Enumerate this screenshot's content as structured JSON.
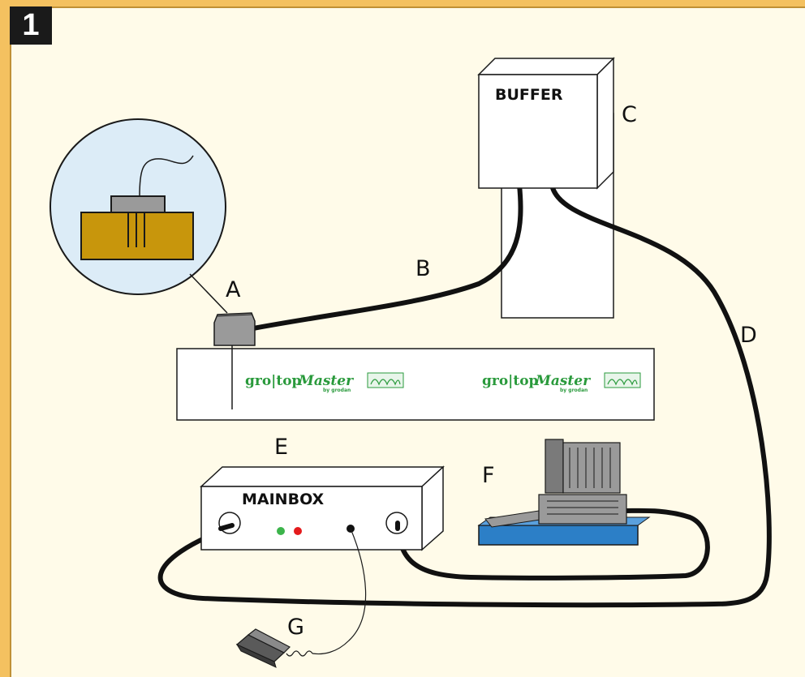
{
  "figure_number": "1",
  "labels": {
    "a": "A",
    "b": "B",
    "c": "C",
    "d": "D",
    "e": "E",
    "f": "F",
    "g": "G"
  },
  "buffer": {
    "label": "BUFFER"
  },
  "mainbox": {
    "label": "MAINBOX",
    "led_colors": [
      "#3cb44b",
      "#e41a1c"
    ]
  },
  "slab": {
    "brands": [
      {
        "name_a": "gro|top",
        "name_b": "Master",
        "byline": "by grodan"
      },
      {
        "name_a": "gro|top",
        "name_b": "Master",
        "byline": "by grodan"
      }
    ]
  },
  "colors": {
    "frame": "#f4c160",
    "slab_fill": "#c8960c",
    "sensor_gray": "#9a9a9a",
    "brand_green": "#2a9a3c",
    "computer_base": "#2c7fc7",
    "magnifier_bg": "#dcecf7"
  }
}
